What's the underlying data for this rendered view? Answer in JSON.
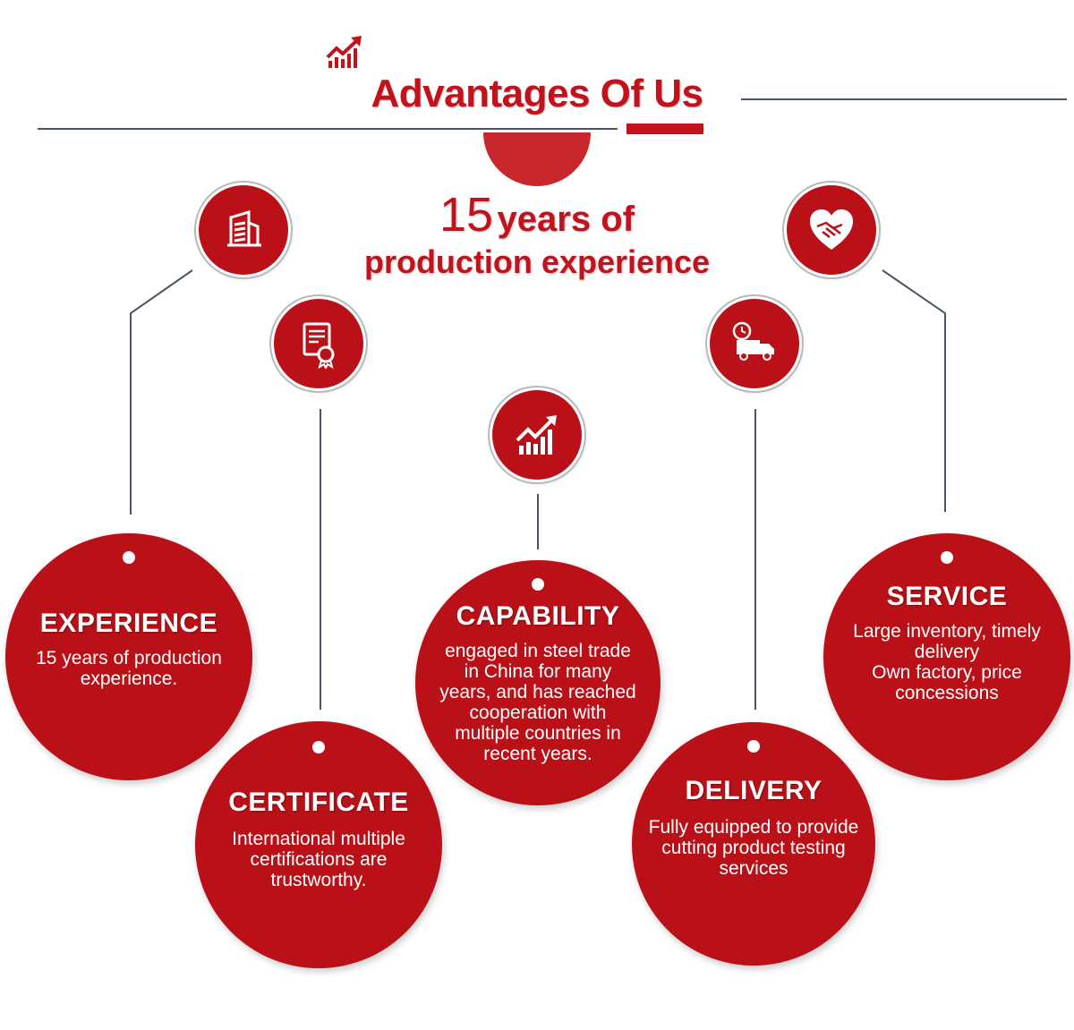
{
  "header": {
    "title": "Advantages Of Us",
    "headline_number": "15",
    "headline_line1_rest": "years of",
    "headline_line2": "production experience"
  },
  "colors": {
    "brand_red": "#c3121c",
    "circle_red": "#ba1118",
    "line_gray": "#4a5566"
  },
  "icons": [
    "growth-chart-icon",
    "building-icon",
    "certificate-icon",
    "handshake-heart-icon",
    "delivery-truck-icon"
  ],
  "advantages": [
    {
      "id": "experience",
      "title": "EXPERIENCE",
      "description": "15 years of production\nexperience."
    },
    {
      "id": "certificate",
      "title": "CERTIFICATE",
      "description": "International multiple\ncertifications are\ntrustworthy."
    },
    {
      "id": "capability",
      "title": "CAPABILITY",
      "description": "engaged in steel trade\nin China for many\nyears, and has reached\ncooperation with\nmultiple countries in\nrecent years."
    },
    {
      "id": "delivery",
      "title": "DELIVERY",
      "description": "Fully equipped to provide\ncutting product testing\nservices"
    },
    {
      "id": "service",
      "title": "SERVICE",
      "description": "Large inventory, timely\ndelivery\nOwn factory, price\nconcessions"
    }
  ]
}
